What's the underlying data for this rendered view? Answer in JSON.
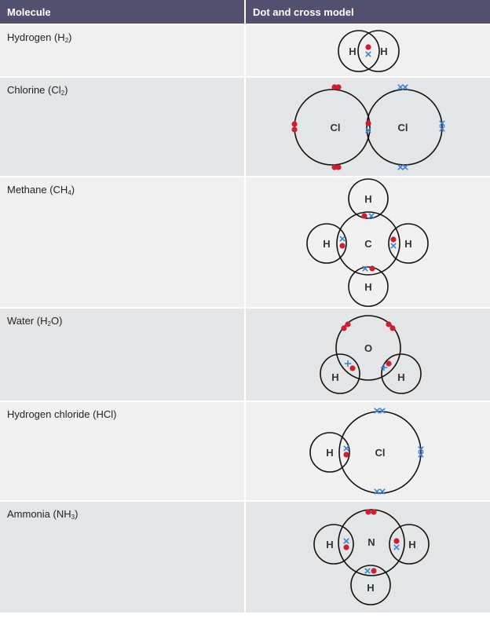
{
  "header": {
    "molecule": "Molecule",
    "model": "Dot and cross model"
  },
  "rows": [
    {
      "name": "Hydrogen (H",
      "sub": "2",
      "tail": ")",
      "atoms": [
        "H",
        "H"
      ]
    },
    {
      "name": "Chlorine (Cl",
      "sub": "2",
      "tail": ")",
      "atoms": [
        "Cl",
        "Cl"
      ]
    },
    {
      "name": "Methane (CH",
      "sub": "4",
      "tail": ")",
      "atoms": [
        "C",
        "H",
        "H",
        "H",
        "H"
      ]
    },
    {
      "name": "Water (H",
      "sub": "2",
      "tail": "O)",
      "atoms": [
        "O",
        "H",
        "H"
      ]
    },
    {
      "name": "Hydrogen chloride (HCl)",
      "sub": "",
      "tail": "",
      "atoms": [
        "H",
        "Cl"
      ]
    },
    {
      "name": "Ammonia (NH",
      "sub": "3",
      "tail": ")",
      "atoms": [
        "N",
        "H",
        "H",
        "H"
      ]
    }
  ],
  "colors": {
    "header": "#52506e",
    "dot": "#cc1f30",
    "cross": "#3b82d6"
  }
}
